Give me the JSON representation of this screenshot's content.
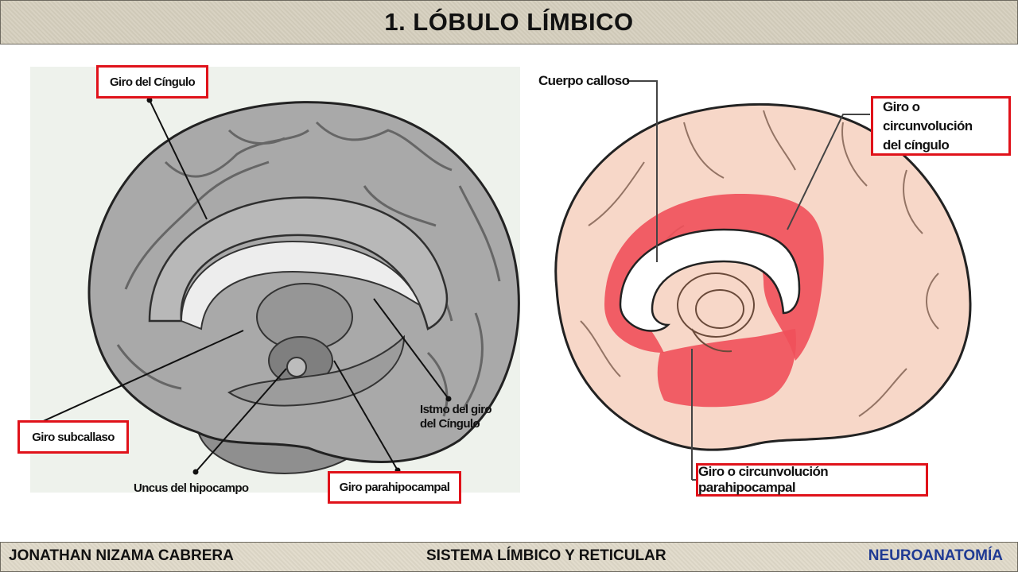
{
  "header": {
    "title": "1. LÓBULO LÍMBICO"
  },
  "footer": {
    "author": "JONATHAN NIZAMA CABRERA",
    "topic": "SISTEMA LÍMBICO Y RETICULAR",
    "subject": "NEUROANATOMÍA",
    "subject_color": "#1f3a93"
  },
  "left_figure": {
    "labels": {
      "cingulate": "Giro del Cíngulo",
      "subcallosal": "Giro subcallaso",
      "uncus": "Uncus del hipocampo",
      "parahippocampal": "Giro parahipocampal",
      "isthmus_line1": "Istmo del giro",
      "isthmus_line2": "del Cíngulo"
    }
  },
  "right_figure": {
    "labels": {
      "corpus_callosum": "Cuerpo calloso",
      "cingulate_line1": "Giro o circunvolución",
      "cingulate_line2": "del cíngulo",
      "parahippocampal": "Giro o circunvolución parahipocampal"
    },
    "highlight_color": "#f0505a"
  },
  "colors": {
    "label_border": "#e0121a"
  }
}
